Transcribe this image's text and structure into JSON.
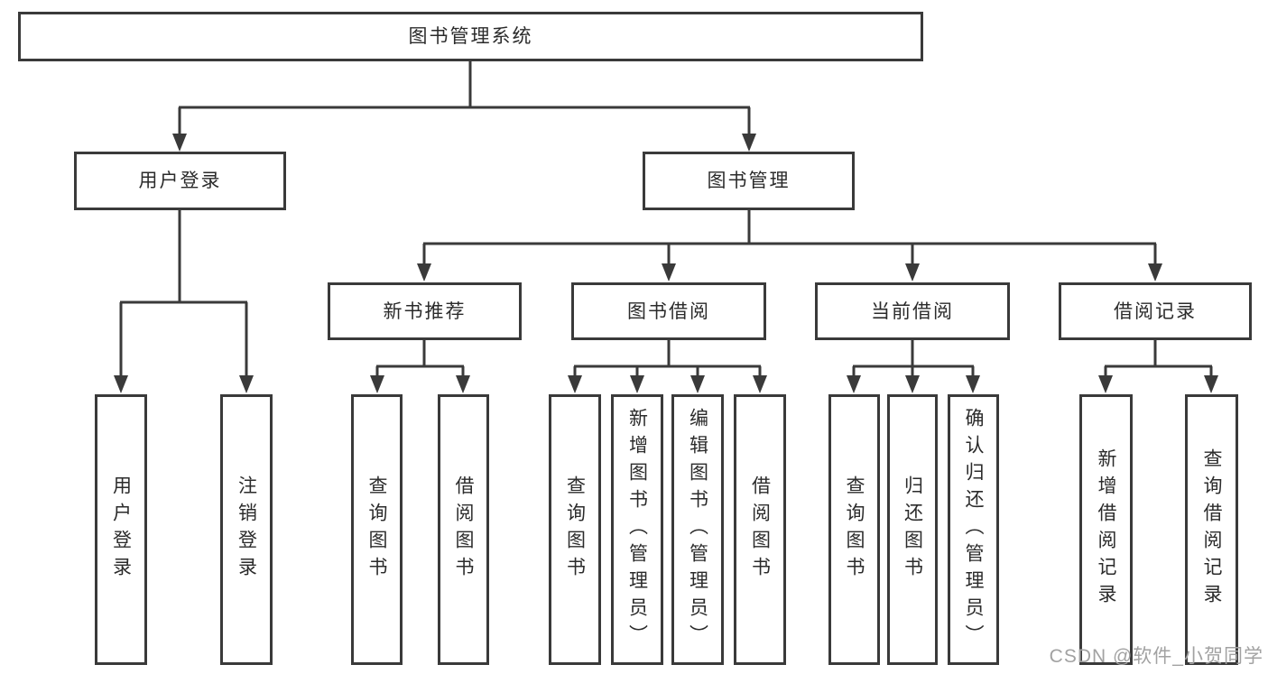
{
  "colors": {
    "line": "#3a3a3a",
    "node_text": "#2b2b2b",
    "background": "#ffffff",
    "watermark_text": "#a2a2a2"
  },
  "diagram": {
    "root": {
      "label": "图书管理系统"
    },
    "branches": [
      {
        "label": "用户登录",
        "children": [
          {
            "label": "用户登录"
          },
          {
            "label": "注销登录"
          }
        ]
      },
      {
        "label": "图书管理",
        "children": [
          {
            "label": "新书推荐",
            "children": [
              {
                "label": "查询图书"
              },
              {
                "label": "借阅图书"
              }
            ]
          },
          {
            "label": "图书借阅",
            "children": [
              {
                "label": "查询图书"
              },
              {
                "label": "新增图书（管理员）"
              },
              {
                "label": "编辑图书（管理员）"
              },
              {
                "label": "借阅图书"
              }
            ]
          },
          {
            "label": "当前借阅",
            "children": [
              {
                "label": "查询图书"
              },
              {
                "label": "归还图书"
              },
              {
                "label": "确认归还（管理员）"
              }
            ]
          },
          {
            "label": "借阅记录",
            "children": [
              {
                "label": "新增借阅记录"
              },
              {
                "label": "查询借阅记录"
              }
            ]
          }
        ]
      }
    ]
  },
  "watermark": {
    "text": "CSDN @软件_小贺同学"
  }
}
